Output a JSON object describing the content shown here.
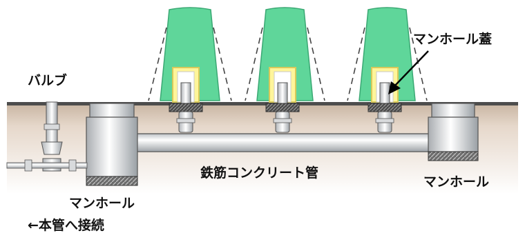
{
  "labels": {
    "valve": "バルブ",
    "manhole_cover": "マンホール蓋",
    "concrete_pipe": "鉄筋コンクリート管",
    "manhole_left": "マンホール",
    "manhole_right": "マンホール",
    "main_pipe_connection": "←本管へ接続"
  },
  "colors": {
    "green_glow": "#5fd69a",
    "yellow_cover": "#fff59a",
    "soil": "#eaded3",
    "ground_line": "#555555",
    "pipe": "#e6e8ea",
    "outline": "#333333"
  }
}
